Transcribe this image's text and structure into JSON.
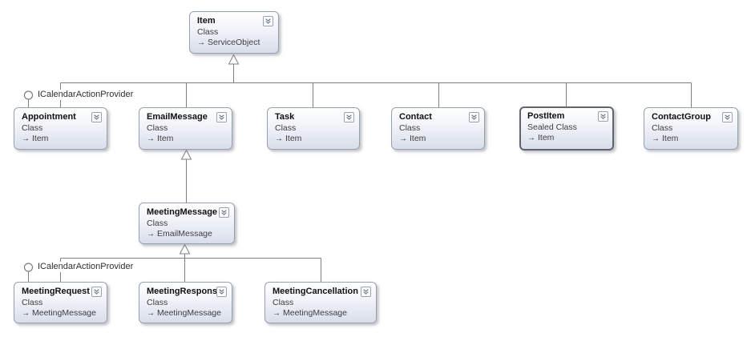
{
  "diagram": {
    "title": "class-diagram",
    "colors": {
      "background": "#ffffff",
      "connector": "#7f7f7f",
      "box_border": "#97a0b1",
      "sealed_border": "#5f6470",
      "box_gradient_top": "#ffffff",
      "box_gradient_bottom": "#d8deeb",
      "title_text": "#101010",
      "secondary_text": "#3e3e3e"
    },
    "glyphs": {
      "inherits_arrow": "→"
    },
    "classes": [
      {
        "name": "Item",
        "kind": "Class",
        "base": "ServiceObject"
      },
      {
        "name": "Appointment",
        "kind": "Class",
        "base": "Item"
      },
      {
        "name": "EmailMessage",
        "kind": "Class",
        "base": "Item"
      },
      {
        "name": "Task",
        "kind": "Class",
        "base": "Item"
      },
      {
        "name": "Contact",
        "kind": "Class",
        "base": "Item"
      },
      {
        "name": "PostItem",
        "kind": "Sealed Class",
        "base": "Item"
      },
      {
        "name": "ContactGroup",
        "kind": "Class",
        "base": "Item"
      },
      {
        "name": "MeetingMessage",
        "kind": "Class",
        "base": "EmailMessage"
      },
      {
        "name": "MeetingRequest",
        "kind": "Class",
        "base": "MeetingMessage"
      },
      {
        "name": "MeetingResponse",
        "kind": "Class",
        "base": "MeetingMessage"
      },
      {
        "name": "MeetingCancellation",
        "kind": "Class",
        "base": "MeetingMessage"
      }
    ],
    "interfaces": [
      {
        "label": "ICalendarActionProvider"
      },
      {
        "label": "ICalendarActionProvider"
      }
    ]
  }
}
